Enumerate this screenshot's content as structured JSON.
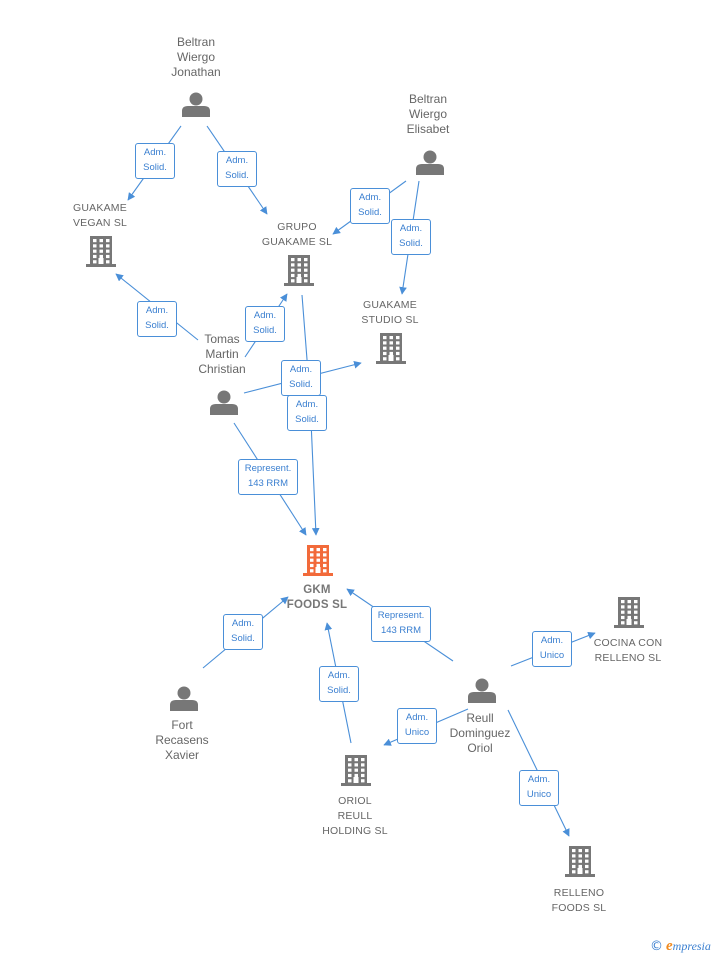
{
  "colors": {
    "edge": "#4a8fd8",
    "node_icon": "#777777",
    "focus_icon": "#f26a3a",
    "label_text": "#666666"
  },
  "nodes": [
    {
      "id": "beltran_jonathan",
      "kind": "person",
      "label": "Beltran\nWiergo\nJonathan",
      "focus": false
    },
    {
      "id": "beltran_elisabet",
      "kind": "person",
      "label": "Beltran\nWiergo\nElisabet",
      "focus": false
    },
    {
      "id": "guakame_vegan",
      "kind": "company",
      "label": "GUAKAME\nVEGAN  SL",
      "focus": false
    },
    {
      "id": "grupo_guakame",
      "kind": "company",
      "label": "GRUPO\nGUAKAME  SL",
      "focus": false
    },
    {
      "id": "guakame_studio",
      "kind": "company",
      "label": "GUAKAME\nSTUDIO  SL",
      "focus": false
    },
    {
      "id": "tomas_martin",
      "kind": "person",
      "label": "Tomas\nMartin\nChristian",
      "focus": false
    },
    {
      "id": "gkm_foods",
      "kind": "company",
      "label": "GKM\nFOODS  SL",
      "focus": true
    },
    {
      "id": "fort_recasens",
      "kind": "person",
      "label": "Fort\nRecasens\nXavier",
      "focus": false
    },
    {
      "id": "oriol_reull_holding",
      "kind": "company",
      "label": "ORIOL\nREULL\nHOLDING  SL",
      "focus": false
    },
    {
      "id": "reull_dominguez",
      "kind": "person",
      "label": "Reull\nDominguez\nOriol",
      "focus": false
    },
    {
      "id": "cocina_con_relleno",
      "kind": "company",
      "label": "COCINA CON\nRELLENO  SL",
      "focus": false
    },
    {
      "id": "relleno_foods",
      "kind": "company",
      "label": "RELLENO\nFOODS  SL",
      "focus": false
    }
  ],
  "relations": [
    {
      "from": "beltran_jonathan",
      "to": "guakame_vegan",
      "label": "Adm.\nSolid."
    },
    {
      "from": "beltran_jonathan",
      "to": "grupo_guakame",
      "label": "Adm.\nSolid."
    },
    {
      "from": "beltran_elisabet",
      "to": "grupo_guakame",
      "label": "Adm.\nSolid."
    },
    {
      "from": "beltran_elisabet",
      "to": "guakame_studio",
      "label": "Adm.\nSolid."
    },
    {
      "from": "tomas_martin",
      "to": "guakame_vegan",
      "label": "Adm.\nSolid."
    },
    {
      "from": "tomas_martin",
      "to": "grupo_guakame",
      "label": "Adm.\nSolid."
    },
    {
      "from": "tomas_martin",
      "to": "guakame_studio",
      "label": "Adm.\nSolid."
    },
    {
      "from": "grupo_guakame",
      "to": "gkm_foods",
      "label": "Adm.\nSolid."
    },
    {
      "from": "tomas_martin",
      "to": "gkm_foods",
      "label": "Represent.\n143 RRM"
    },
    {
      "from": "fort_recasens",
      "to": "gkm_foods",
      "label": "Adm.\nSolid."
    },
    {
      "from": "oriol_reull_holding",
      "to": "gkm_foods",
      "label": "Adm.\nSolid."
    },
    {
      "from": "reull_dominguez",
      "to": "gkm_foods",
      "label": "Represent.\n143 RRM"
    },
    {
      "from": "reull_dominguez",
      "to": "cocina_con_relleno",
      "label": "Adm.\nUnico"
    },
    {
      "from": "reull_dominguez",
      "to": "oriol_reull_holding",
      "label": "Adm.\nUnico"
    },
    {
      "from": "reull_dominguez",
      "to": "relleno_foods",
      "label": "Adm.\nUnico"
    }
  ],
  "footer": {
    "copyright_symbol": "©",
    "brand_initial": "e",
    "brand_rest": "mpresia"
  }
}
